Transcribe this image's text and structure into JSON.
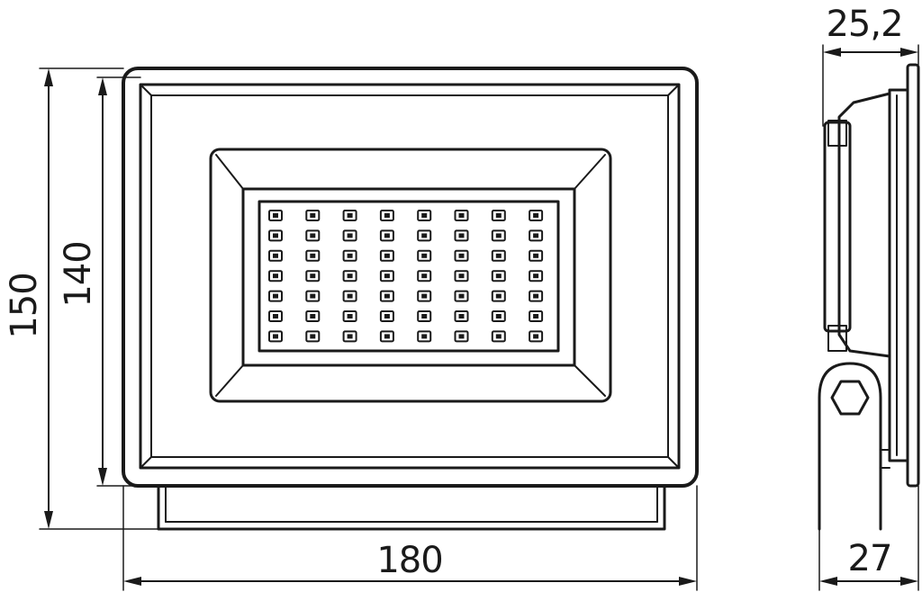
{
  "dimensions": {
    "front_width": "180",
    "total_height": "150",
    "front_height": "140",
    "side_depth_top": "25,2",
    "side_depth_bottom": "27"
  },
  "led_array": {
    "columns": 8,
    "rows": 7
  }
}
